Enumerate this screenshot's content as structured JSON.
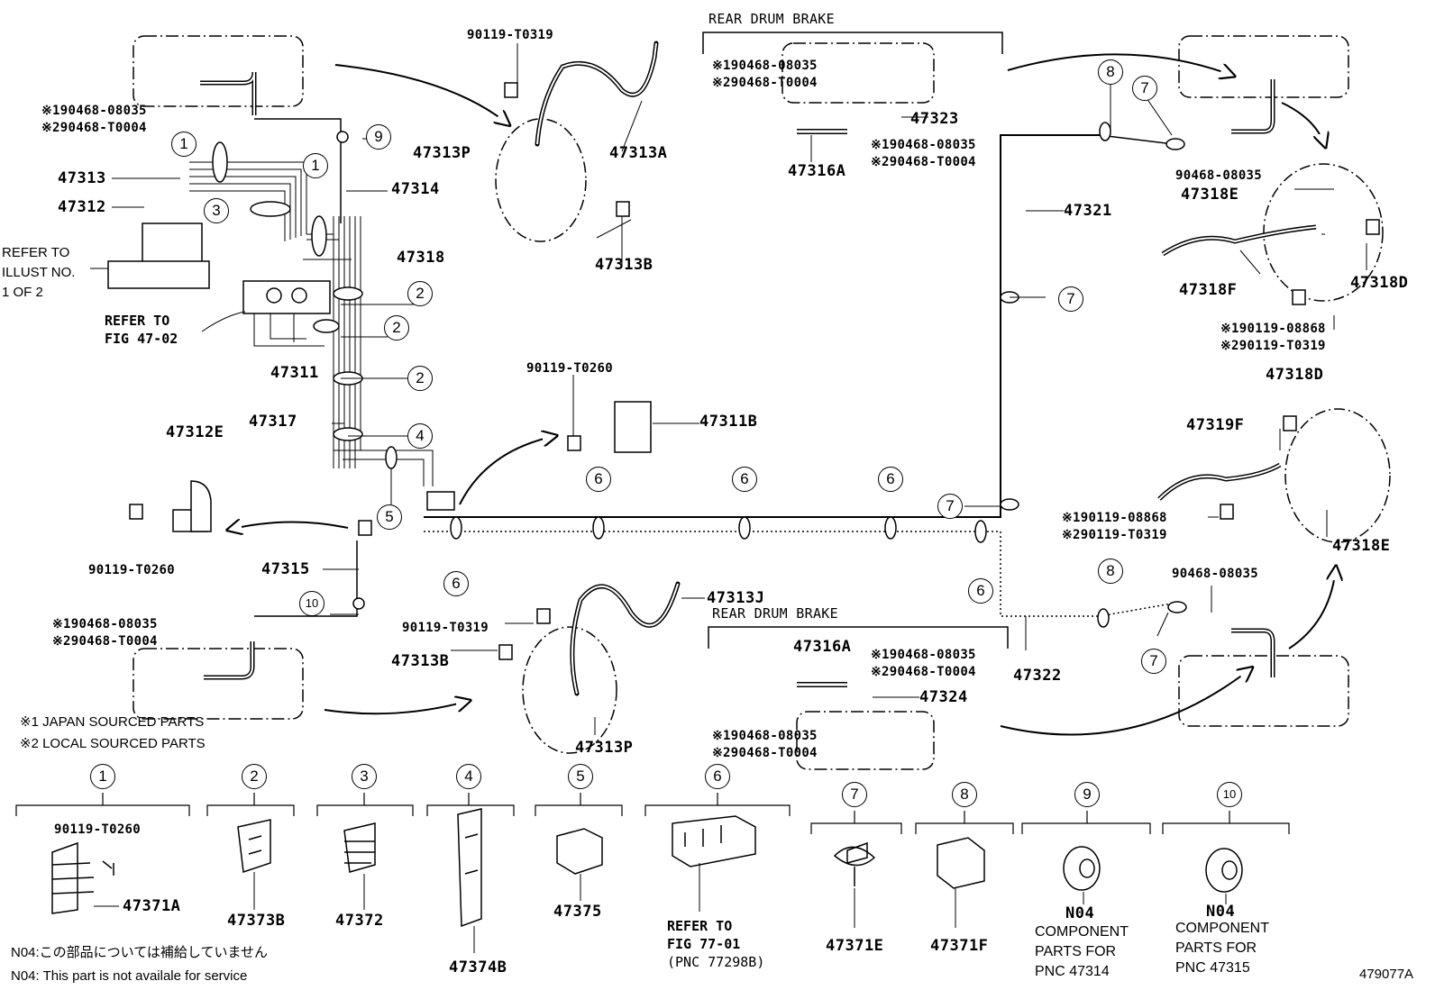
{
  "figure": {
    "id": "479077A",
    "notes": {
      "legend_1": "※1 JAPAN SOURCED PARTS",
      "legend_2": "※2 LOCAL SOURCED PARTS",
      "n04_jp": "N04:この部品については補給していません",
      "n04_en": "N04: This part is not availale for service"
    }
  },
  "headers": {
    "rear_drum_brake_top": "REAR DRUM BRAKE",
    "rear_drum_brake_bottom": "REAR DRUM BRAKE"
  },
  "references": {
    "illust": [
      "REFER TO",
      "ILLUST NO.",
      "1 OF 2"
    ],
    "fig4702": [
      "REFER TO",
      "FIG 47-02"
    ],
    "fig7701": [
      "REFER TO",
      "FIG 77-01",
      "(PNC 77298B)"
    ]
  },
  "parts": {
    "p47313": "47313",
    "p47312": "47312",
    "p47314": "47314",
    "p47318": "47318",
    "p47311": "47311",
    "p47317": "47317",
    "p47312E": "47312E",
    "p47315": "47315",
    "p47313P_top": "47313P",
    "p47313A": "47313A",
    "p47313B_top": "47313B",
    "p47311B": "47311B",
    "p47313J": "47313J",
    "p47313B_bot": "47313B",
    "p47313P_bot": "47313P",
    "p47323": "47323",
    "p47316A_top": "47316A",
    "p47321": "47321",
    "p47322": "47322",
    "p47316A_bot": "47316A",
    "p47324": "47324",
    "p47318E_top": "47318E",
    "p47318F": "47318F",
    "p47318D_top": "47318D",
    "p47318D_bot": "47318D",
    "p47319F": "47319F",
    "p47318E_bot": "47318E"
  },
  "fasteners": {
    "f90119_T0319_top": "90119-T0319",
    "f90119_T0260_mid": "90119-T0260",
    "f90119_T0260_left": "90119-T0260",
    "f90119_T0319_bot": "90119-T0319",
    "f90468_08035_tr": "90468-08035",
    "f90468_08035_br": "90468-08035",
    "pair_tl": [
      "※190468-08035",
      "※290468-T0004"
    ],
    "pair_bl": [
      "※190468-08035",
      "※290468-T0004"
    ],
    "pair_rd_top_box": [
      "※190468-08035",
      "※290468-T0004"
    ],
    "pair_rd_top_side": [
      "※190468-08035",
      "※290468-T0004"
    ],
    "pair_rd_bot_side": [
      "※190468-08035",
      "※290468-T0004"
    ],
    "pair_rd_bot_box": [
      "※190468-08035",
      "※290468-T0004"
    ],
    "pair_bolt_tr": [
      "※190119-08868",
      "※290119-T0319"
    ],
    "pair_bolt_mr": [
      "※190119-08868",
      "※290119-T0319"
    ]
  },
  "callouts": {
    "c1": "1",
    "c2": "2",
    "c3": "3",
    "c4": "4",
    "c5": "5",
    "c6": "6",
    "c7": "7",
    "c8": "8",
    "c9": "9",
    "c10": "10"
  },
  "legend_clips": [
    {
      "num": "1",
      "parts": [
        "90119-T0260",
        "47371A"
      ]
    },
    {
      "num": "2",
      "parts": [
        "47373B"
      ]
    },
    {
      "num": "3",
      "parts": [
        "47372"
      ]
    },
    {
      "num": "4",
      "parts": [
        "47374B"
      ]
    },
    {
      "num": "5",
      "parts": [
        "47375"
      ]
    },
    {
      "num": "6",
      "parts": [
        "REFER TO",
        "FIG 77-01",
        "(PNC 77298B)"
      ]
    },
    {
      "num": "7",
      "parts": [
        "47371E"
      ]
    },
    {
      "num": "8",
      "parts": [
        "47371F"
      ]
    },
    {
      "num": "9",
      "parts": [
        "N04"
      ],
      "desc": [
        "COMPONENT",
        "PARTS FOR",
        "PNC 47314"
      ]
    },
    {
      "num": "10",
      "parts": [
        "N04"
      ],
      "desc": [
        "COMPONENT",
        "PARTS FOR",
        "PNC 47315"
      ]
    }
  ]
}
